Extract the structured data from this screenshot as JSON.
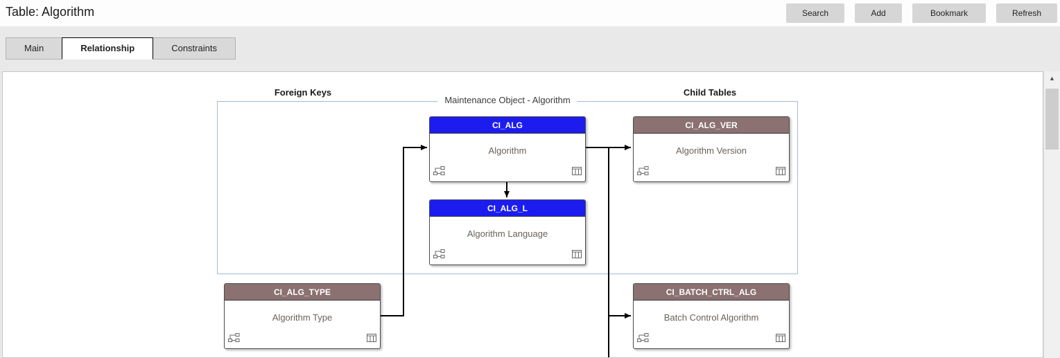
{
  "window": {
    "title": "Table: Algorithm"
  },
  "toolbar": {
    "buttons": [
      {
        "label": "Search"
      },
      {
        "label": "Add"
      },
      {
        "label": "Bookmark"
      },
      {
        "label": "Refresh"
      }
    ]
  },
  "tabs": [
    {
      "label": "Main",
      "active": false
    },
    {
      "label": "Relationship",
      "active": true
    },
    {
      "label": "Constraints",
      "active": false
    }
  ],
  "diagram": {
    "column_headers": {
      "left": "Foreign Keys",
      "right": "Child Tables"
    },
    "group": {
      "label": "Maintenance Object - Algorithm"
    },
    "boxes": {
      "ci_alg": {
        "table": "CI_ALG",
        "description": "Algorithm"
      },
      "ci_alg_l": {
        "table": "CI_ALG_L",
        "description": "Algorithm Language"
      },
      "ci_alg_ver": {
        "table": "CI_ALG_VER",
        "description": "Algorithm Version"
      },
      "ci_alg_type": {
        "table": "CI_ALG_TYPE",
        "description": "Algorithm Type"
      },
      "ci_batch_ctrl_alg": {
        "table": "CI_BATCH_CTRL_ALG",
        "description": "Batch Control Algorithm"
      }
    },
    "colors": {
      "mo_header": "#1c1cf0",
      "child_header": "#8b7171",
      "group_border": "#a4b8e0",
      "arrow": "#000000"
    },
    "scrollbar": {
      "up_glyph": "▲"
    }
  }
}
